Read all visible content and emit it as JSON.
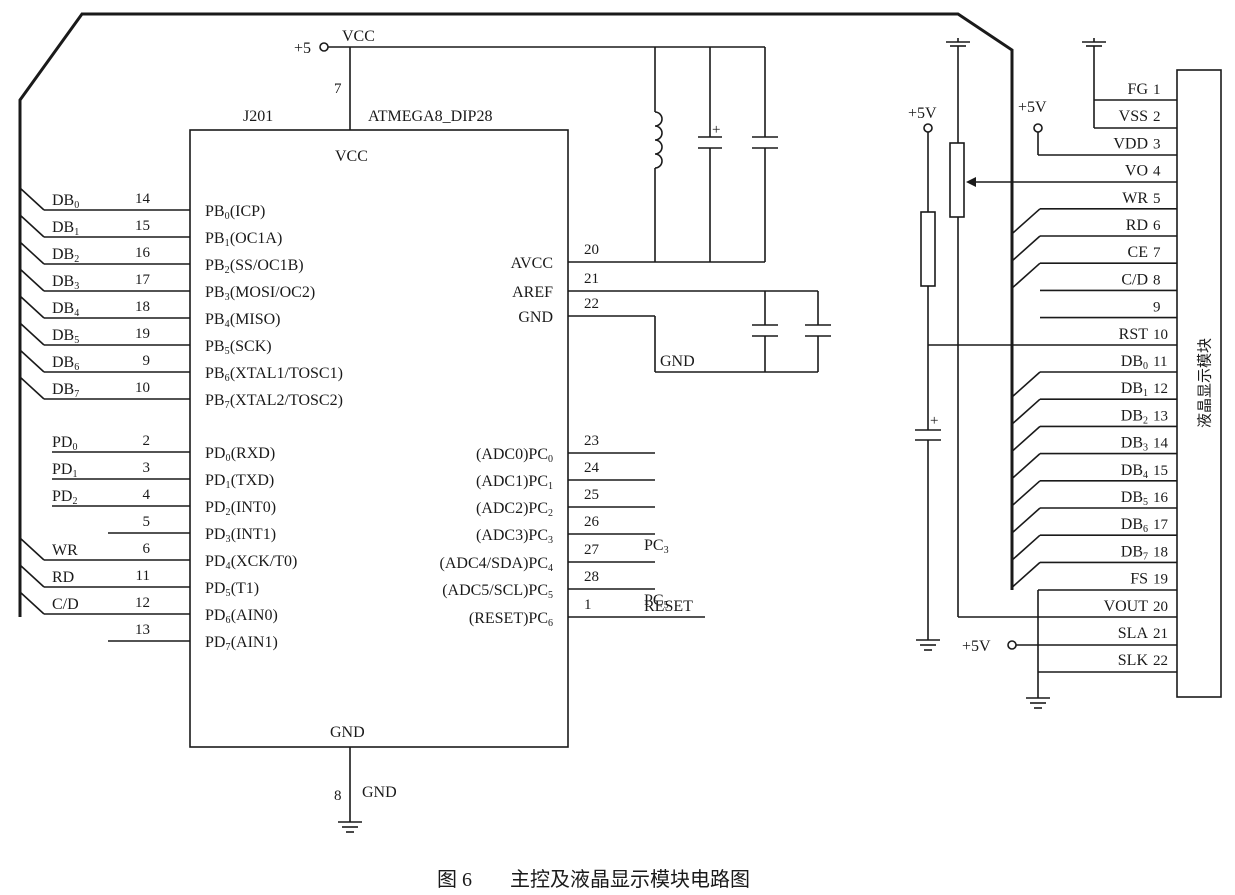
{
  "chip": {
    "ref": "J201",
    "part": "ATMEGA8_DIP28",
    "vcc_label": "VCC",
    "gnd_label": "GND",
    "vcc_pin": "7",
    "gnd_pin": "8",
    "left_pins": [
      {
        "net": "DB0",
        "pin": "14",
        "name": "PB0(ICP)"
      },
      {
        "net": "DB1",
        "pin": "15",
        "name": "PB1(OC1A)"
      },
      {
        "net": "DB2",
        "pin": "16",
        "name": "PB2(SS/OC1B)"
      },
      {
        "net": "DB3",
        "pin": "17",
        "name": "PB3(MOSI/OC2)"
      },
      {
        "net": "DB4",
        "pin": "18",
        "name": "PB4(MISO)"
      },
      {
        "net": "DB5",
        "pin": "19",
        "name": "PB5(SCK)"
      },
      {
        "net": "DB6",
        "pin": "9",
        "name": "PB6(XTAL1/TOSC1)"
      },
      {
        "net": "DB7",
        "pin": "10",
        "name": "PB7(XTAL2/TOSC2)"
      },
      {
        "net": "PD0",
        "pin": "2",
        "name": "PD0(RXD)"
      },
      {
        "net": "PD1",
        "pin": "3",
        "name": "PD1(TXD)"
      },
      {
        "net": "PD2",
        "pin": "4",
        "name": "PD2(INT0)"
      },
      {
        "net": "",
        "pin": "5",
        "name": "PD3(INT1)"
      },
      {
        "net": "WR",
        "pin": "6",
        "name": "PD4(XCK/T0)"
      },
      {
        "net": "RD",
        "pin": "11",
        "name": "PD5(T1)"
      },
      {
        "net": "C/D",
        "pin": "12",
        "name": "PD6(AIN0)"
      },
      {
        "net": "",
        "pin": "13",
        "name": "PD7(AIN1)"
      }
    ],
    "right_pins": [
      {
        "name": "AVCC",
        "pin": "20"
      },
      {
        "name": "AREF",
        "pin": "21"
      },
      {
        "name": "GND",
        "pin": "22"
      },
      {
        "name": "(ADC0)PC0",
        "pin": "23",
        "net": ""
      },
      {
        "name": "(ADC1)PC1",
        "pin": "24",
        "net": ""
      },
      {
        "name": "(ADC2)PC2",
        "pin": "25",
        "net": ""
      },
      {
        "name": "(ADC3)PC3",
        "pin": "26",
        "net": "PC3"
      },
      {
        "name": "(ADC4/SDA)PC4",
        "pin": "27",
        "net": ""
      },
      {
        "name": "(ADC5/SCL)PC5",
        "pin": "28",
        "net": "PC5"
      },
      {
        "name": "(RESET)PC6",
        "pin": "1",
        "net": "RESET"
      }
    ]
  },
  "power": {
    "plus5": "+5",
    "vcc": "VCC",
    "plus5v": "+5V",
    "gnd_net": "GND",
    "gnd_bottom": "GND",
    "plus_sign": "+"
  },
  "lcd": {
    "title": "液晶显示模块",
    "pins": [
      {
        "name": "FG",
        "num": "1"
      },
      {
        "name": "VSS",
        "num": "2"
      },
      {
        "name": "VDD",
        "num": "3"
      },
      {
        "name": "VO",
        "num": "4"
      },
      {
        "name": "WR",
        "num": "5"
      },
      {
        "name": "RD",
        "num": "6"
      },
      {
        "name": "CE",
        "num": "7"
      },
      {
        "name": "C/D",
        "num": "8"
      },
      {
        "name": "",
        "num": "9"
      },
      {
        "name": "RST",
        "num": "10"
      },
      {
        "name": "DB0",
        "num": "11"
      },
      {
        "name": "DB1",
        "num": "12"
      },
      {
        "name": "DB2",
        "num": "13"
      },
      {
        "name": "DB3",
        "num": "14"
      },
      {
        "name": "DB4",
        "num": "15"
      },
      {
        "name": "DB5",
        "num": "16"
      },
      {
        "name": "DB6",
        "num": "17"
      },
      {
        "name": "DB7",
        "num": "18"
      },
      {
        "name": "FS",
        "num": "19"
      },
      {
        "name": "VOUT",
        "num": "20"
      },
      {
        "name": "SLA",
        "num": "21"
      },
      {
        "name": "SLK",
        "num": "22"
      }
    ]
  },
  "caption": {
    "fig": "图 6",
    "title": "主控及液晶显示模块电路图"
  }
}
